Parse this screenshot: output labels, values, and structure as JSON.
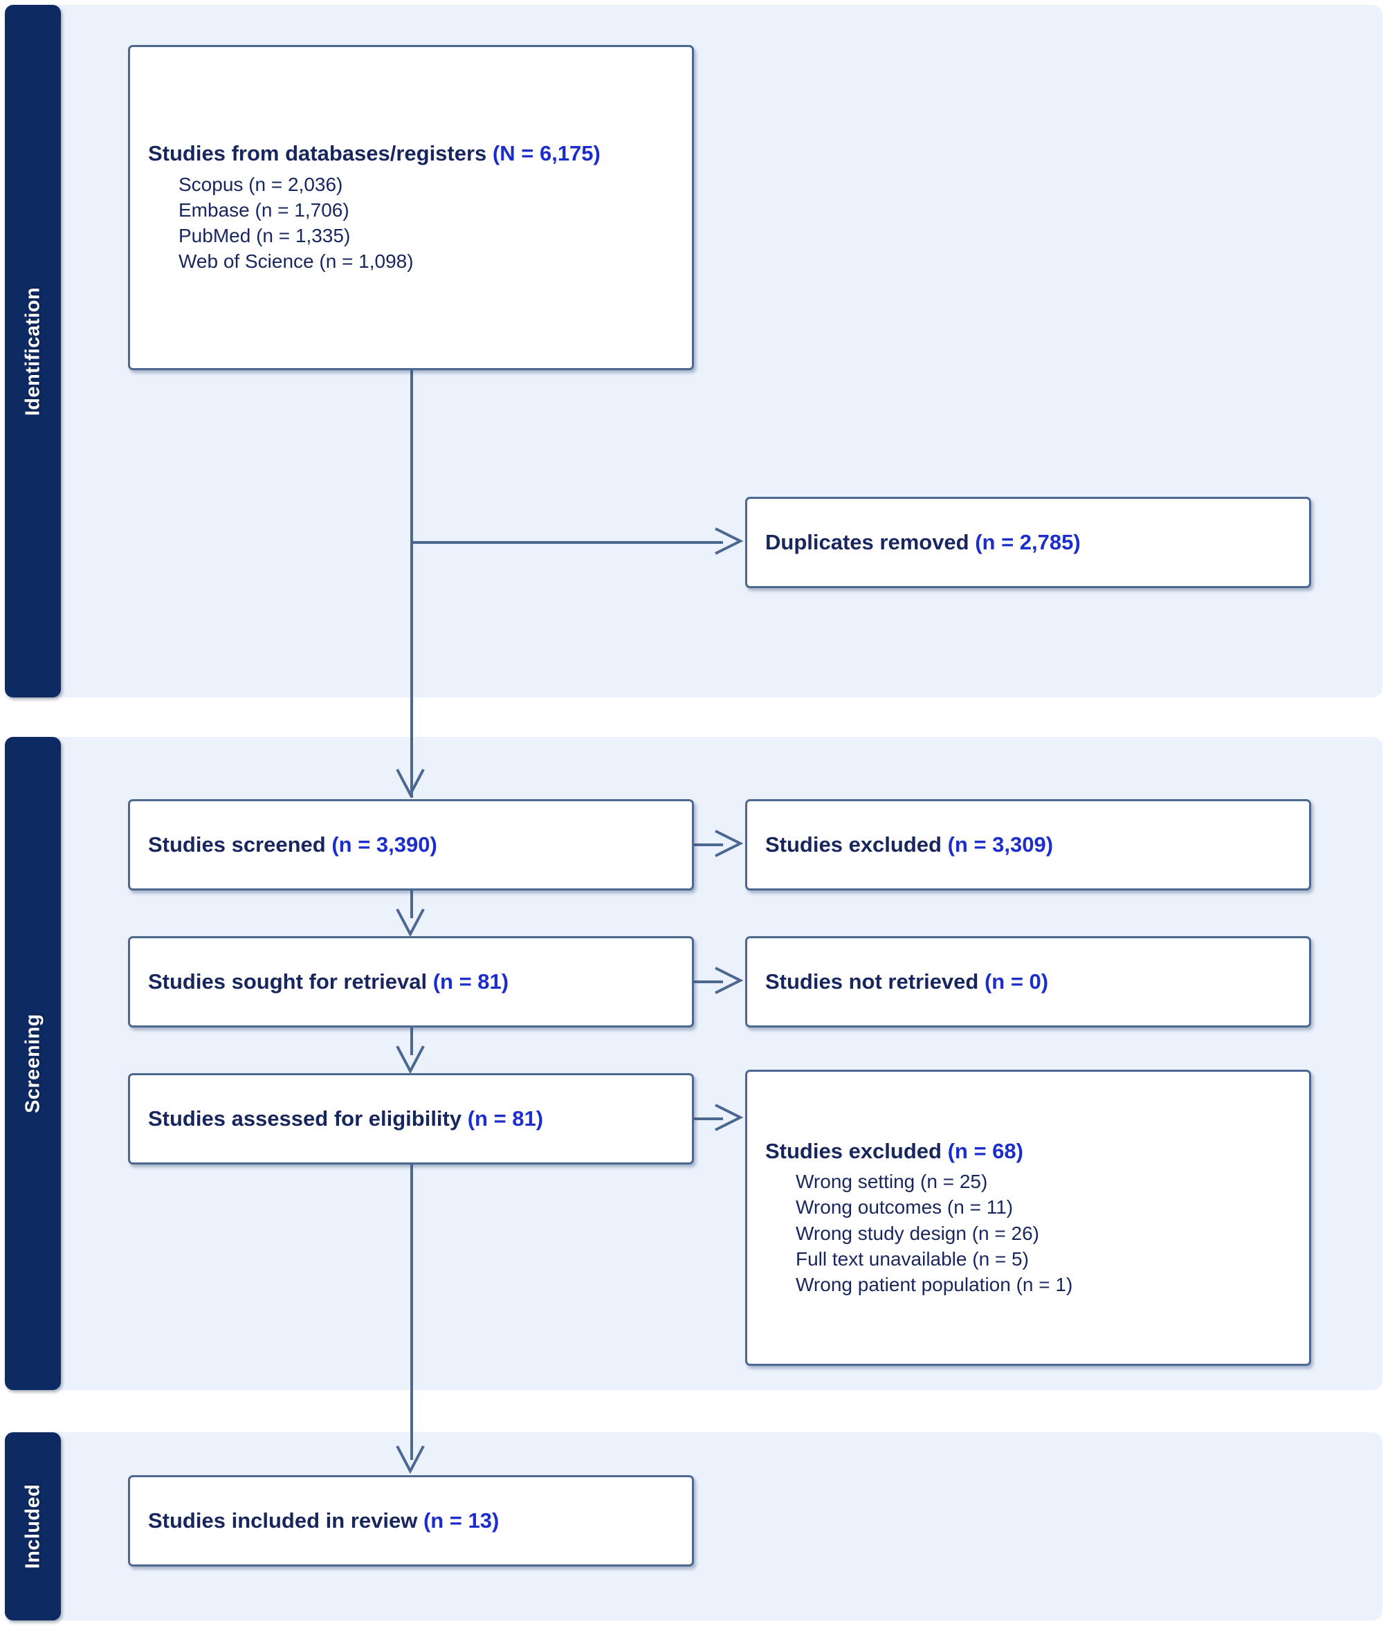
{
  "diagram": {
    "type": "prisma-flow-diagram",
    "accent_navy": "#0e2a63",
    "band_background": "#ecf2fb",
    "box_border": "#4c6790",
    "text_navy": "#18265e",
    "count_blue": "#1b2ecc"
  },
  "phases": {
    "identification": "Identification",
    "screening": "Screening",
    "included": "Included"
  },
  "boxes": {
    "sources": {
      "label": "Studies from databases/registers ",
      "count": "(N = 6,175)",
      "items": [
        "Scopus (n = 2,036)",
        "Embase (n = 1,706)",
        "PubMed (n = 1,335)",
        "Web of Science (n = 1,098)"
      ]
    },
    "duplicates": {
      "label": "Duplicates removed ",
      "count": "(n = 2,785)"
    },
    "screened": {
      "label": "Studies screened ",
      "count": "(n = 3,390)"
    },
    "excluded_screening": {
      "label": "Studies excluded ",
      "count": "(n = 3,309)"
    },
    "sought": {
      "label": "Studies sought for retrieval ",
      "count": "(n = 81)"
    },
    "not_retrieved": {
      "label": "Studies not retrieved ",
      "count": "(n = 0)"
    },
    "assessed": {
      "label": "Studies assessed for eligibility ",
      "count": "(n = 81)"
    },
    "excluded_eligibility": {
      "label": "Studies excluded ",
      "count": "(n = 68)",
      "items": [
        "Wrong setting (n = 25)",
        "Wrong outcomes (n = 11)",
        "Wrong study design (n = 26)",
        "Full text unavailable (n = 5)",
        "Wrong patient population (n = 1)"
      ]
    },
    "included": {
      "label": "Studies included in review ",
      "count": "(n = 13)"
    }
  },
  "chart_data": {
    "type": "flowchart",
    "title": "PRISMA flow diagram",
    "nodes": [
      {
        "id": "sources",
        "phase": "Identification",
        "text": "Studies from databases/registers (N = 6,175)",
        "value": 6175,
        "breakdown": [
          {
            "source": "Scopus",
            "n": 2036
          },
          {
            "source": "Embase",
            "n": 1706
          },
          {
            "source": "PubMed",
            "n": 1335
          },
          {
            "source": "Web of Science",
            "n": 1098
          }
        ]
      },
      {
        "id": "duplicates",
        "phase": "Identification",
        "text": "Duplicates removed (n = 2,785)",
        "value": 2785
      },
      {
        "id": "screened",
        "phase": "Screening",
        "text": "Studies screened (n = 3,390)",
        "value": 3390
      },
      {
        "id": "excluded_screening",
        "phase": "Screening",
        "text": "Studies excluded (n = 3,309)",
        "value": 3309
      },
      {
        "id": "sought",
        "phase": "Screening",
        "text": "Studies sought for retrieval (n = 81)",
        "value": 81
      },
      {
        "id": "not_retrieved",
        "phase": "Screening",
        "text": "Studies not retrieved (n = 0)",
        "value": 0
      },
      {
        "id": "assessed",
        "phase": "Screening",
        "text": "Studies assessed for eligibility (n = 81)",
        "value": 81
      },
      {
        "id": "excluded_eligibility",
        "phase": "Screening",
        "text": "Studies excluded (n = 68)",
        "value": 68,
        "breakdown": [
          {
            "reason": "Wrong setting",
            "n": 25
          },
          {
            "reason": "Wrong outcomes",
            "n": 11
          },
          {
            "reason": "Wrong study design",
            "n": 26
          },
          {
            "reason": "Full text unavailable",
            "n": 5
          },
          {
            "reason": "Wrong patient population",
            "n": 1
          }
        ]
      },
      {
        "id": "included",
        "phase": "Included",
        "text": "Studies included in review (n = 13)",
        "value": 13
      }
    ],
    "edges": [
      {
        "from": "sources",
        "to": "duplicates"
      },
      {
        "from": "sources",
        "to": "screened"
      },
      {
        "from": "screened",
        "to": "excluded_screening"
      },
      {
        "from": "screened",
        "to": "sought"
      },
      {
        "from": "sought",
        "to": "not_retrieved"
      },
      {
        "from": "sought",
        "to": "assessed"
      },
      {
        "from": "assessed",
        "to": "excluded_eligibility"
      },
      {
        "from": "assessed",
        "to": "included"
      }
    ]
  }
}
